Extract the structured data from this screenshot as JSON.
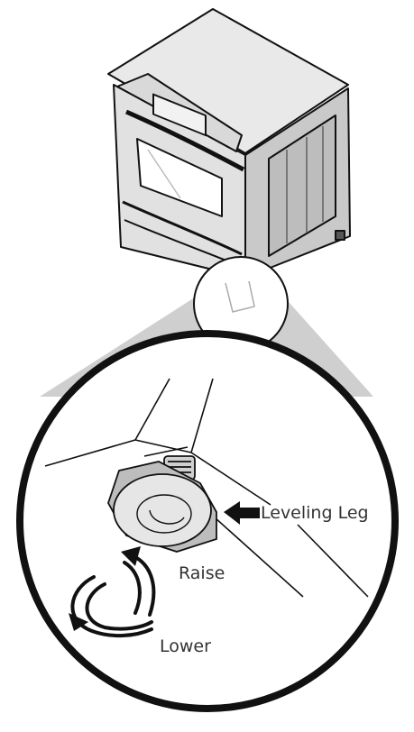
{
  "diagram": {
    "labels": {
      "leveling_leg": "Leveling Leg",
      "raise": "Raise",
      "lower": "Lower"
    },
    "colors": {
      "outline": "#111111",
      "cone": "#cfcfcf",
      "appliance_light": "#ececec",
      "appliance_mid": "#d4d4d4",
      "appliance_dark": "#a9a9a9",
      "foot": "#bdbdbd",
      "foot_face": "#e6e6e6",
      "text": "#333333"
    },
    "icons": [
      "oven-illustration",
      "magnifier-circle",
      "leveling-foot-icon",
      "arrow-left-icon",
      "rotate-raise-icon",
      "rotate-lower-icon"
    ]
  }
}
